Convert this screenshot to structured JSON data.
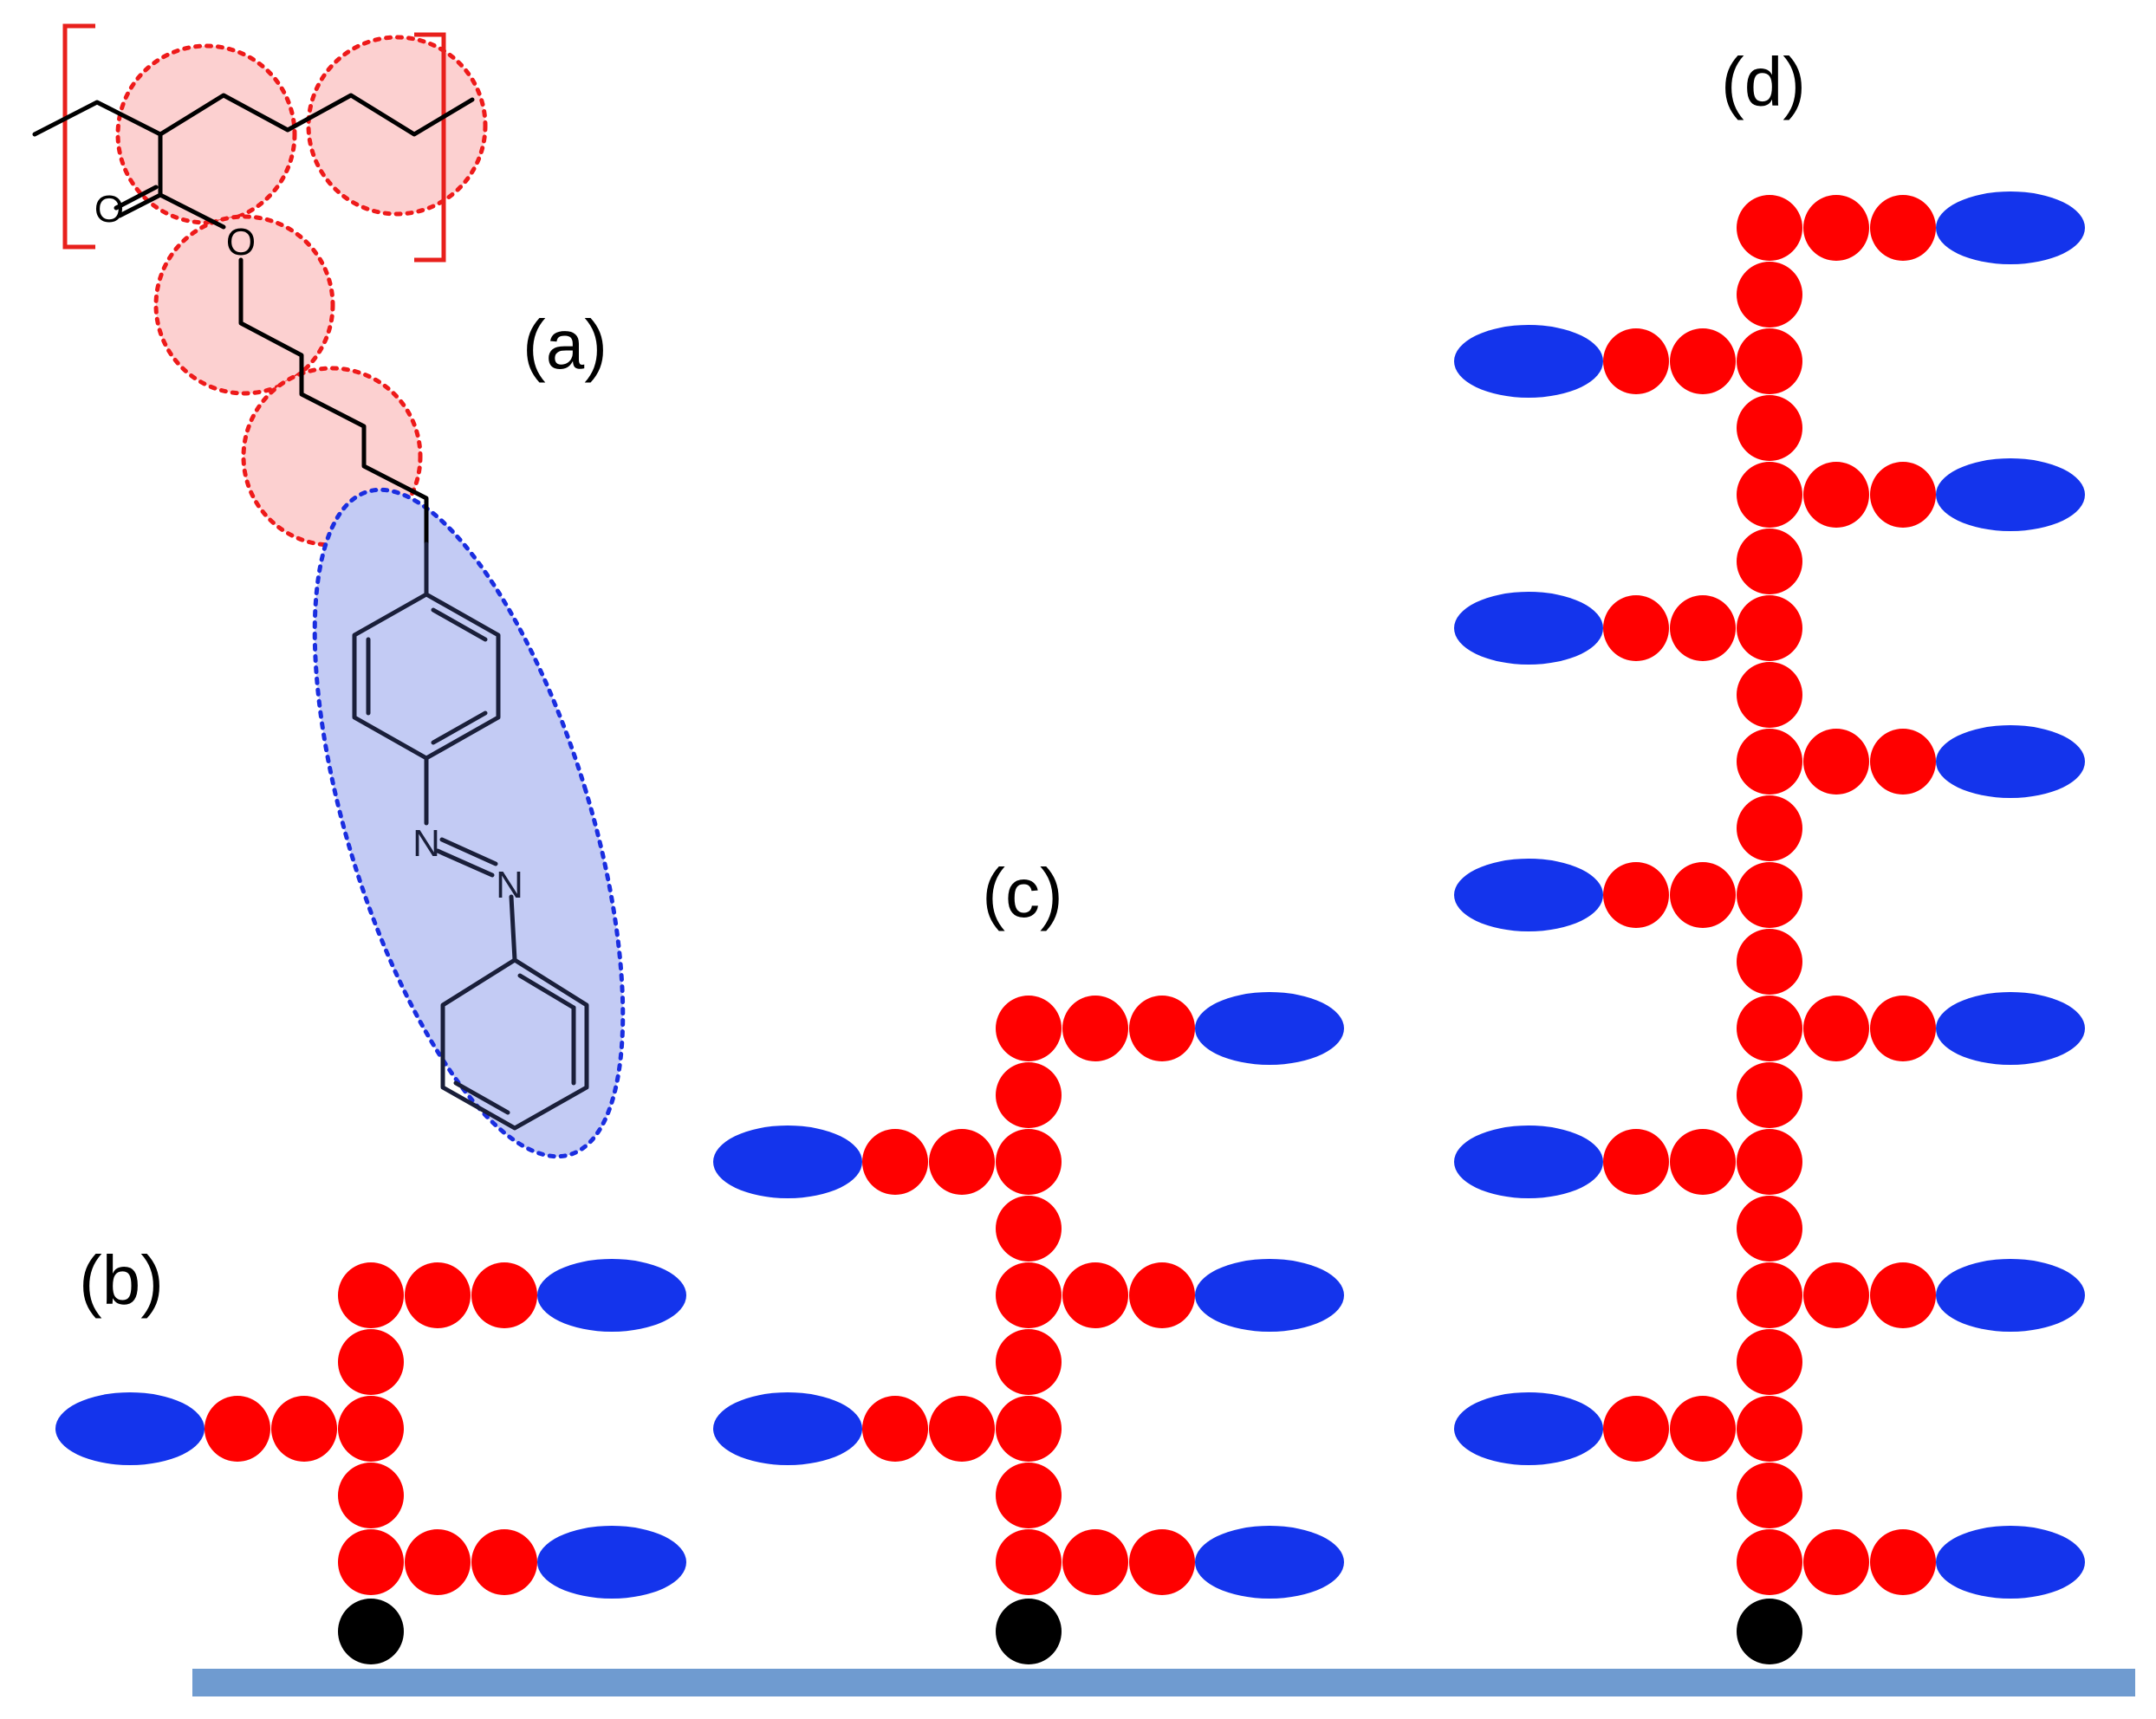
{
  "figure": {
    "panels": {
      "a": "(a)",
      "b": "(b)",
      "c": "(c)",
      "d": "(d)"
    },
    "molecule": {
      "atoms": {
        "carbonyl_oxygen": "O",
        "ester_oxygen": "O",
        "azo_nitrogen_1": "N",
        "azo_nitrogen_2": "N"
      }
    },
    "legend_colors": {
      "backbone_bead": "#ff0000",
      "mesogen_ellipse": "#1434ec",
      "anchor_bead": "#000000",
      "substrate": "#6f9bd0",
      "spacer_highlight": "#fcd0d0",
      "mesogen_highlight": "#c3cbf4",
      "bracket": "#e8201c"
    },
    "models": {
      "b": {
        "repeat_units": 3,
        "side_chain_sides": [
          "right",
          "left",
          "right"
        ]
      },
      "c": {
        "repeat_units": 5,
        "side_chain_sides": [
          "right",
          "left",
          "right",
          "left",
          "right"
        ]
      },
      "d": {
        "repeat_units": 11,
        "side_chain_sides": [
          "right",
          "left",
          "right",
          "left",
          "right",
          "left",
          "right",
          "left",
          "right",
          "left",
          "right"
        ]
      }
    }
  }
}
